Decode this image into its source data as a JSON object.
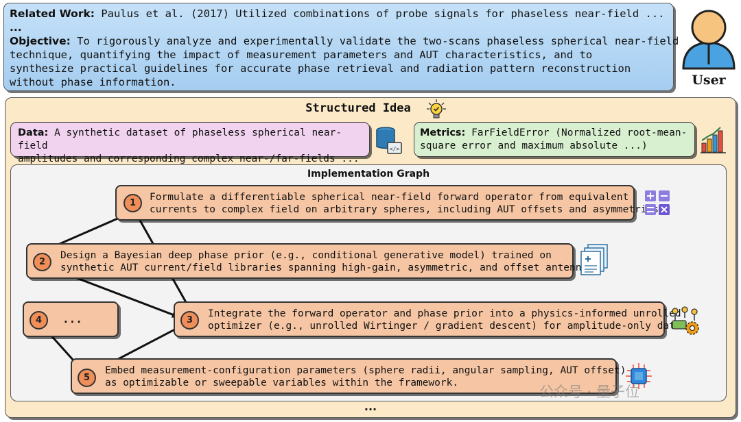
{
  "top": {
    "related_label": "Related Work:",
    "related_text": " Paulus et al. (2017) Utilized combinations of probe signals for phaseless near-field ...",
    "ellipsis": "...",
    "objective_label": "Objective:",
    "objective_lines": [
      " To rigorously analyze and experimentally validate the two-scans phaseless spherical near-field",
      "technique, quantifying the impact of measurement parameters and AUT characteristics, and to",
      "synthesize practical guidelines for accurate phase retrieval and radiation pattern reconstruction",
      "without phase information."
    ]
  },
  "user": {
    "label": "User"
  },
  "structured_idea": {
    "title": "Structured Idea",
    "data_label": "Data:",
    "data_lines": [
      " A synthetic dataset of phaseless spherical near-field",
      "amplitudes and corresponding complex near-/far-fields ..."
    ],
    "metrics_label": "Metrics:",
    "metrics_lines": [
      " FarFieldError (Normalized root-mean-",
      "square error and maximum absolute ...)"
    ]
  },
  "graph": {
    "title": "Implementation Graph",
    "nodes": [
      {
        "num": "1",
        "lines": [
          "Formulate a differentiable spherical near-field forward operator from equivalent",
          "currents to complex field on arbitrary spheres, including AUT offsets and asymmetries."
        ]
      },
      {
        "num": "2",
        "lines": [
          "Design a Bayesian deep phase prior (e.g., conditional generative model) trained on",
          "synthetic AUT current/field libraries spanning high-gain, asymmetric, and offset antennas."
        ]
      },
      {
        "num": "3",
        "lines": [
          "Integrate the forward operator and phase prior into a physics-informed unrolled",
          "optimizer (e.g., unrolled Wirtinger / gradient descent) for amplitude-only data."
        ]
      },
      {
        "num": "4",
        "lines": [
          "..."
        ]
      },
      {
        "num": "5",
        "lines": [
          "Embed measurement-configuration parameters (sphere radii, angular sampling, AUT offset)",
          "as optimizable or sweepable variables within the framework."
        ]
      }
    ],
    "edges": [
      [
        "1",
        "2"
      ],
      [
        "1",
        "3"
      ],
      [
        "2",
        "3"
      ],
      [
        "3",
        "5"
      ],
      [
        "4",
        "5"
      ]
    ],
    "more": "..."
  },
  "watermark": "公众号 · 量子位",
  "icons": [
    "user-icon",
    "lightbulb-icon",
    "database-icon",
    "bar-chart-icon",
    "math-operators-icon",
    "documents-icon",
    "gears-icon",
    "chip-icon"
  ],
  "colors": {
    "objective_bg": "#b5d7f4",
    "idea_bg": "#fce9c8",
    "data_bg": "#f1d3f0",
    "metrics_bg": "#d8f0cf",
    "node_bg": "#f6c6a4",
    "node_num": "#ef8e58"
  }
}
